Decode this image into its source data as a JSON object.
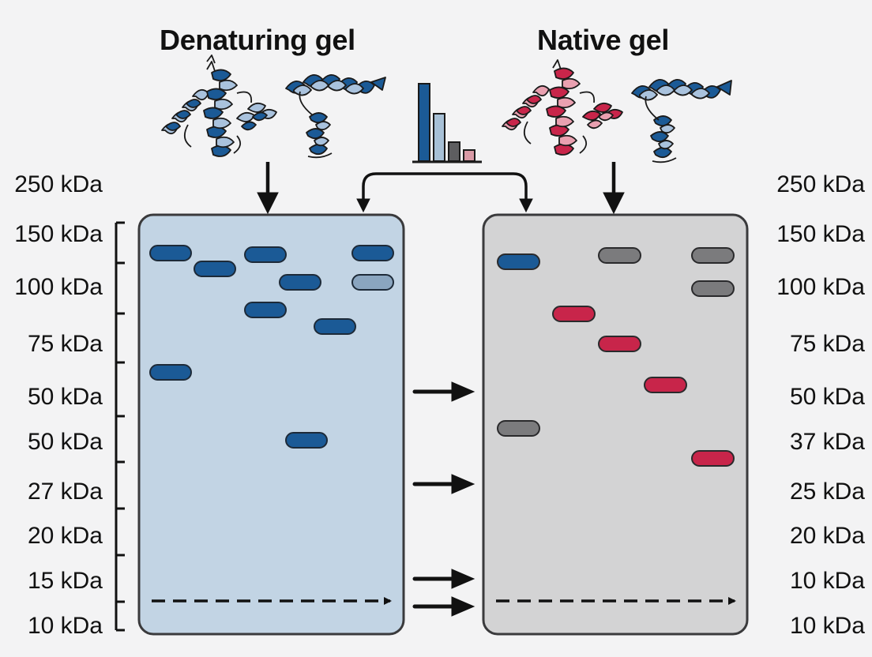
{
  "titles": {
    "left": "Denaturing gel",
    "right": "Native gel"
  },
  "left_markers": [
    "250 kDa",
    "150 kDa",
    "100 kDa",
    "75 kDa",
    "50 kDa",
    "50 kDa",
    "27 kDa",
    "20 kDa",
    "15 kDa",
    "10 kDa"
  ],
  "right_markers": [
    "250 kDa",
    "150 kDa",
    "100 kDa",
    "75 kDa",
    "50 kDa",
    "37 kDa",
    "25 kDa",
    "20 kDa",
    "10 kDa",
    "10 kDa"
  ],
  "colors": {
    "background": "#f3f3f4",
    "denaturing_gel": "#c2d4e4",
    "native_gel": "#d3d3d4",
    "blue_band": "#1b5a96",
    "light_blue_band": "#8aa5bf",
    "red_band": "#c8254a",
    "gray_band": "#7b7b7d",
    "outline": "#3a3a3c"
  },
  "icons": [
    "unfolded-protein-icon",
    "folded-protein-icon",
    "bar-chart-icon",
    "dashed-arrow-icon",
    "arrow-icon"
  ]
}
